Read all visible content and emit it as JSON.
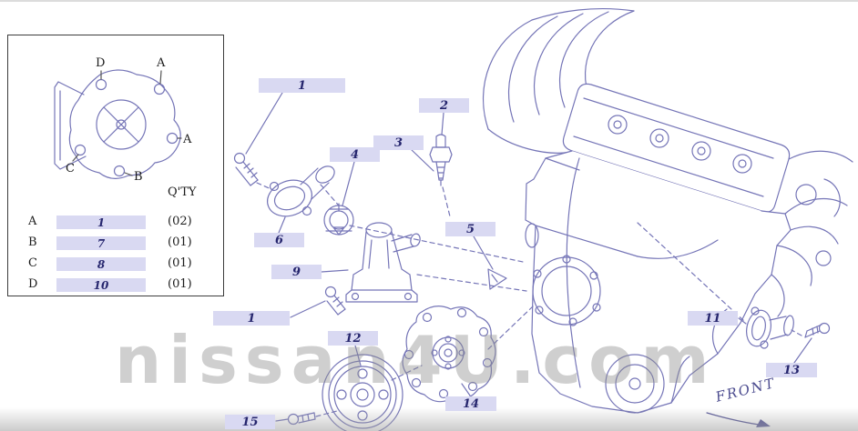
{
  "colors": {
    "line": "#7575b7",
    "highlight": "#d9d9f2",
    "label_text": "#26266e",
    "watermark": "#8f8f8f"
  },
  "watermark_text": "nissan4U.com",
  "front": {
    "label": "FRONT"
  },
  "legend": {
    "qty_header": "Q'TY",
    "detail_labels": {
      "top_left": "D",
      "top_right": "A",
      "right": "A",
      "bottom_left": "C",
      "bottom": "B"
    },
    "rows": [
      {
        "key": "A",
        "num": "1",
        "qty": "(02)"
      },
      {
        "key": "B",
        "num": "7",
        "qty": "(01)"
      },
      {
        "key": "C",
        "num": "8",
        "qty": "(01)"
      },
      {
        "key": "D",
        "num": "10",
        "qty": "(01)"
      }
    ]
  },
  "callouts": [
    {
      "label": "1"
    },
    {
      "label": "2"
    },
    {
      "label": "3"
    },
    {
      "label": "4"
    },
    {
      "label": "5"
    },
    {
      "label": "6"
    },
    {
      "label": "9"
    },
    {
      "label": "1"
    },
    {
      "label": "11"
    },
    {
      "label": "12"
    },
    {
      "label": "13"
    },
    {
      "label": "14"
    },
    {
      "label": "15"
    }
  ]
}
